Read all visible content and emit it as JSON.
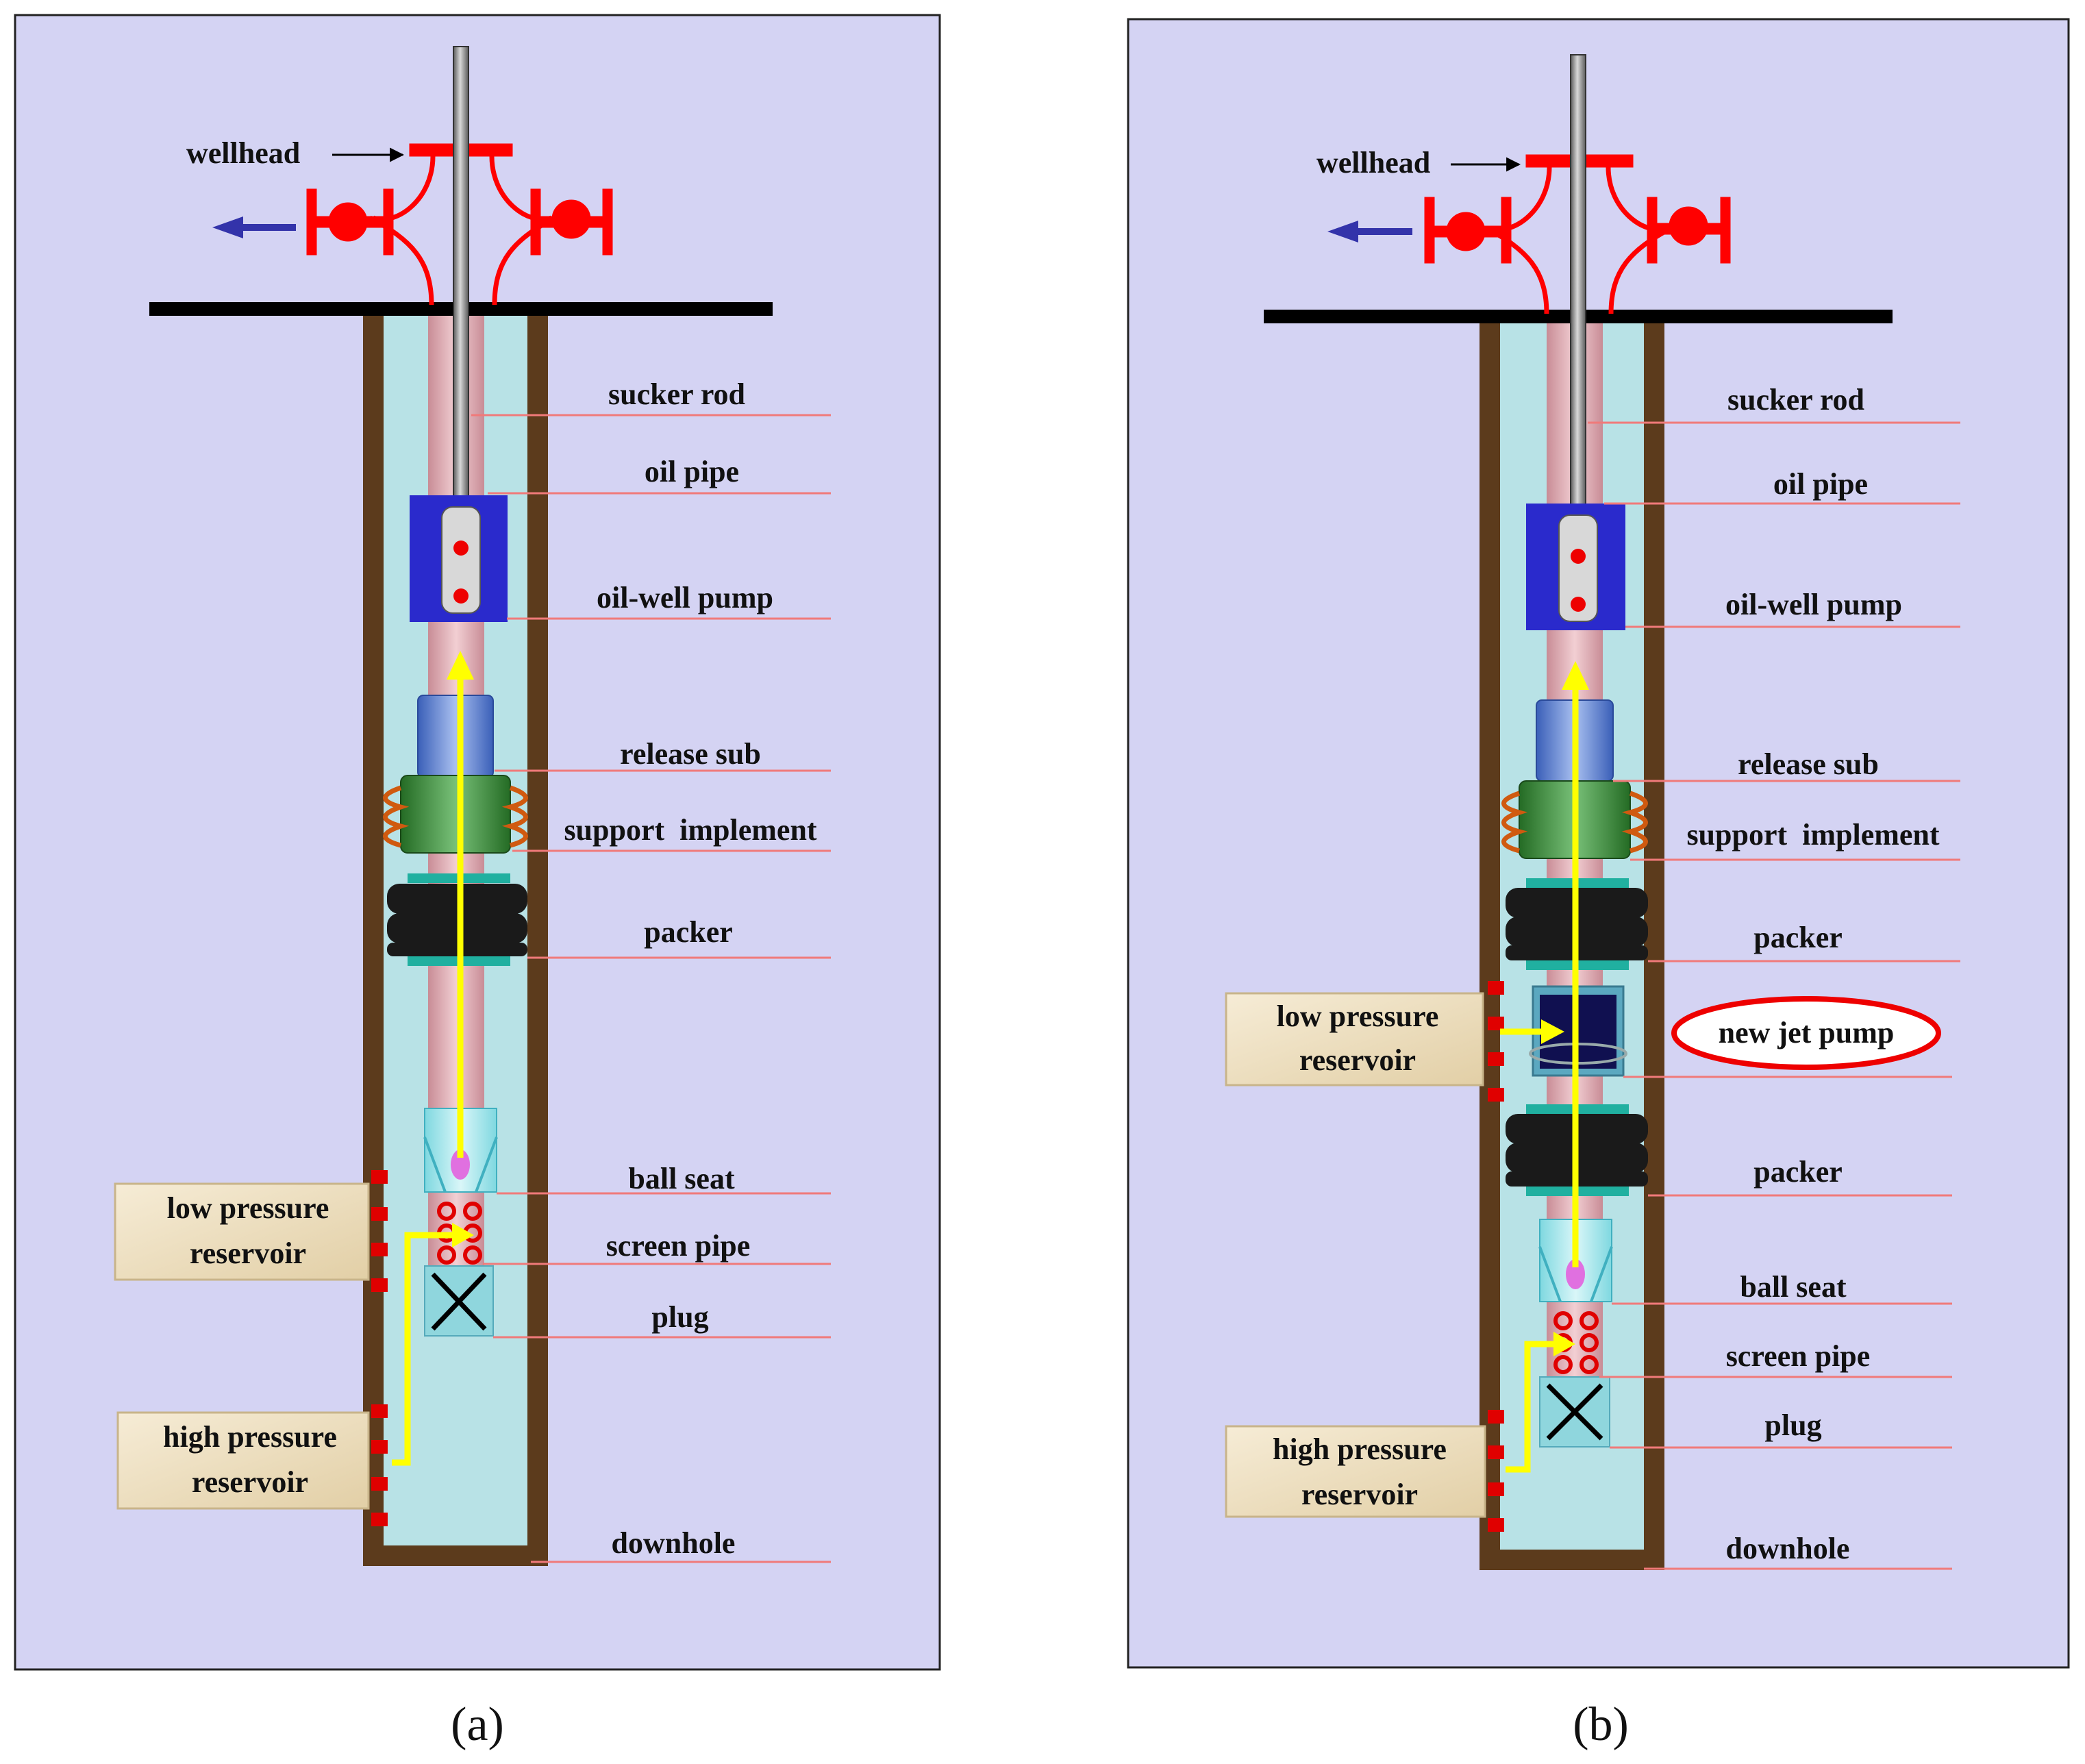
{
  "colors": {
    "panel_bg": "#d4d3f3",
    "casing": "#5c3b1c",
    "well_fluid": "#b8e2e6",
    "oil_pipe": "#dca6ae",
    "wellhead": "#ff0000",
    "pump_body": "#2a2acc",
    "flow_arrow": "#ffff00",
    "label_line": "#f07a7a",
    "reservoir_box": "#eee0c2",
    "packer": "#1a1a1a",
    "support": "#3a8c3a",
    "release_sub": "#5b7fcf",
    "jet_pump": "#101050",
    "new_jet_outline": "#ee0000",
    "discharge_arrow": "#3333aa"
  },
  "panels": [
    {
      "caption": "(a)",
      "labels": {
        "wellhead": "wellhead",
        "sucker_rod": "sucker rod",
        "oil_pipe": "oil pipe",
        "oil_well_pump": "oil-well pump",
        "release_sub": "release sub",
        "support_implement": "support  implement",
        "packer": "packer",
        "ball_seat": "ball seat",
        "screen_pipe": "screen pipe",
        "plug": "plug",
        "downhole": "downhole"
      },
      "reservoirs": {
        "low": [
          "low pressure",
          "reservoir"
        ],
        "high": [
          "high pressure",
          "reservoir"
        ]
      }
    },
    {
      "caption": "(b)",
      "labels": {
        "wellhead": "wellhead",
        "sucker_rod": "sucker rod",
        "oil_pipe": "oil pipe",
        "oil_well_pump": "oil-well pump",
        "release_sub": "release sub",
        "support_implement": "support  implement",
        "packer_upper": "packer",
        "new_jet_pump": "new jet pump",
        "packer_lower": "packer",
        "ball_seat": "ball seat",
        "screen_pipe": "screen pipe",
        "plug": "plug",
        "downhole": "downhole"
      },
      "reservoirs": {
        "low": [
          "low pressure",
          "reservoir"
        ],
        "high": [
          "high pressure",
          "reservoir"
        ]
      }
    }
  ]
}
